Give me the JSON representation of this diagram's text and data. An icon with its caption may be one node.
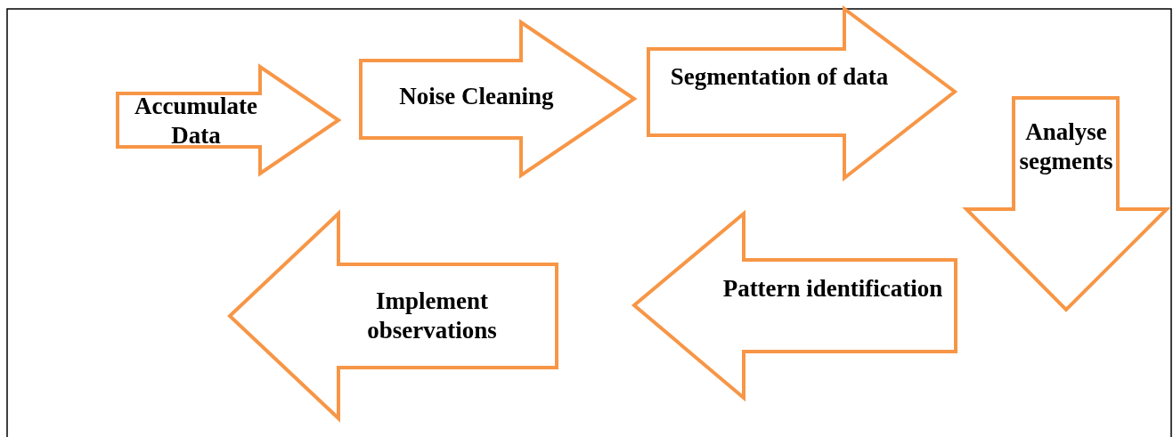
{
  "diagram": {
    "nodes": [
      {
        "text": [
          "Accumulate Data"
        ]
      },
      {
        "text": [
          "Noise Cleaning"
        ]
      },
      {
        "text": [
          "Segmentation of data"
        ]
      },
      {
        "text": [
          "Analyse segments"
        ]
      },
      {
        "text": [
          "Pattern identification"
        ]
      },
      {
        "text": [
          "Implement observations"
        ]
      }
    ]
  }
}
